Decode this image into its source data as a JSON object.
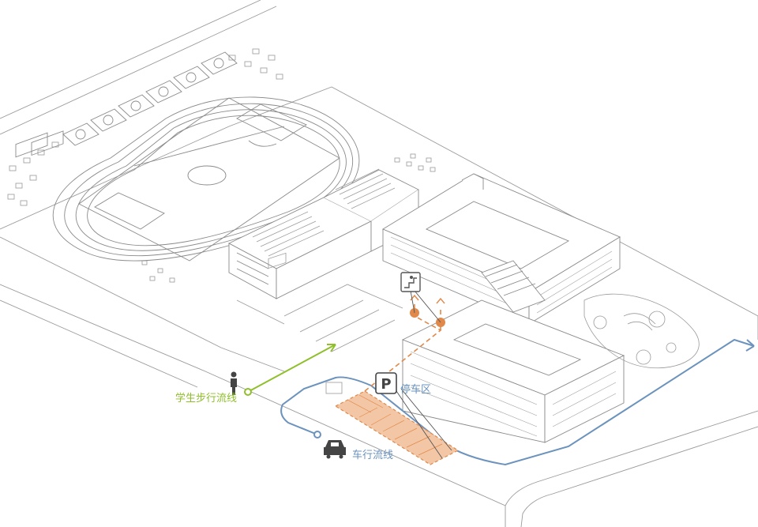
{
  "labels": {
    "student_walk": "学生步行流线",
    "parking": "停车区",
    "vehicle_flow": "车行流线"
  },
  "icons": {
    "pedestrian": "person-icon",
    "parking": "parking-sign-icon",
    "vehicle": "car-icon",
    "stairs": "stairs-icon"
  },
  "colors": {
    "line": "#8a8a8a",
    "walk": "#8fbf2a",
    "vehicle": "#6b93bd",
    "parking": "#e0894a",
    "parking_fill": "#f3c7a6"
  }
}
